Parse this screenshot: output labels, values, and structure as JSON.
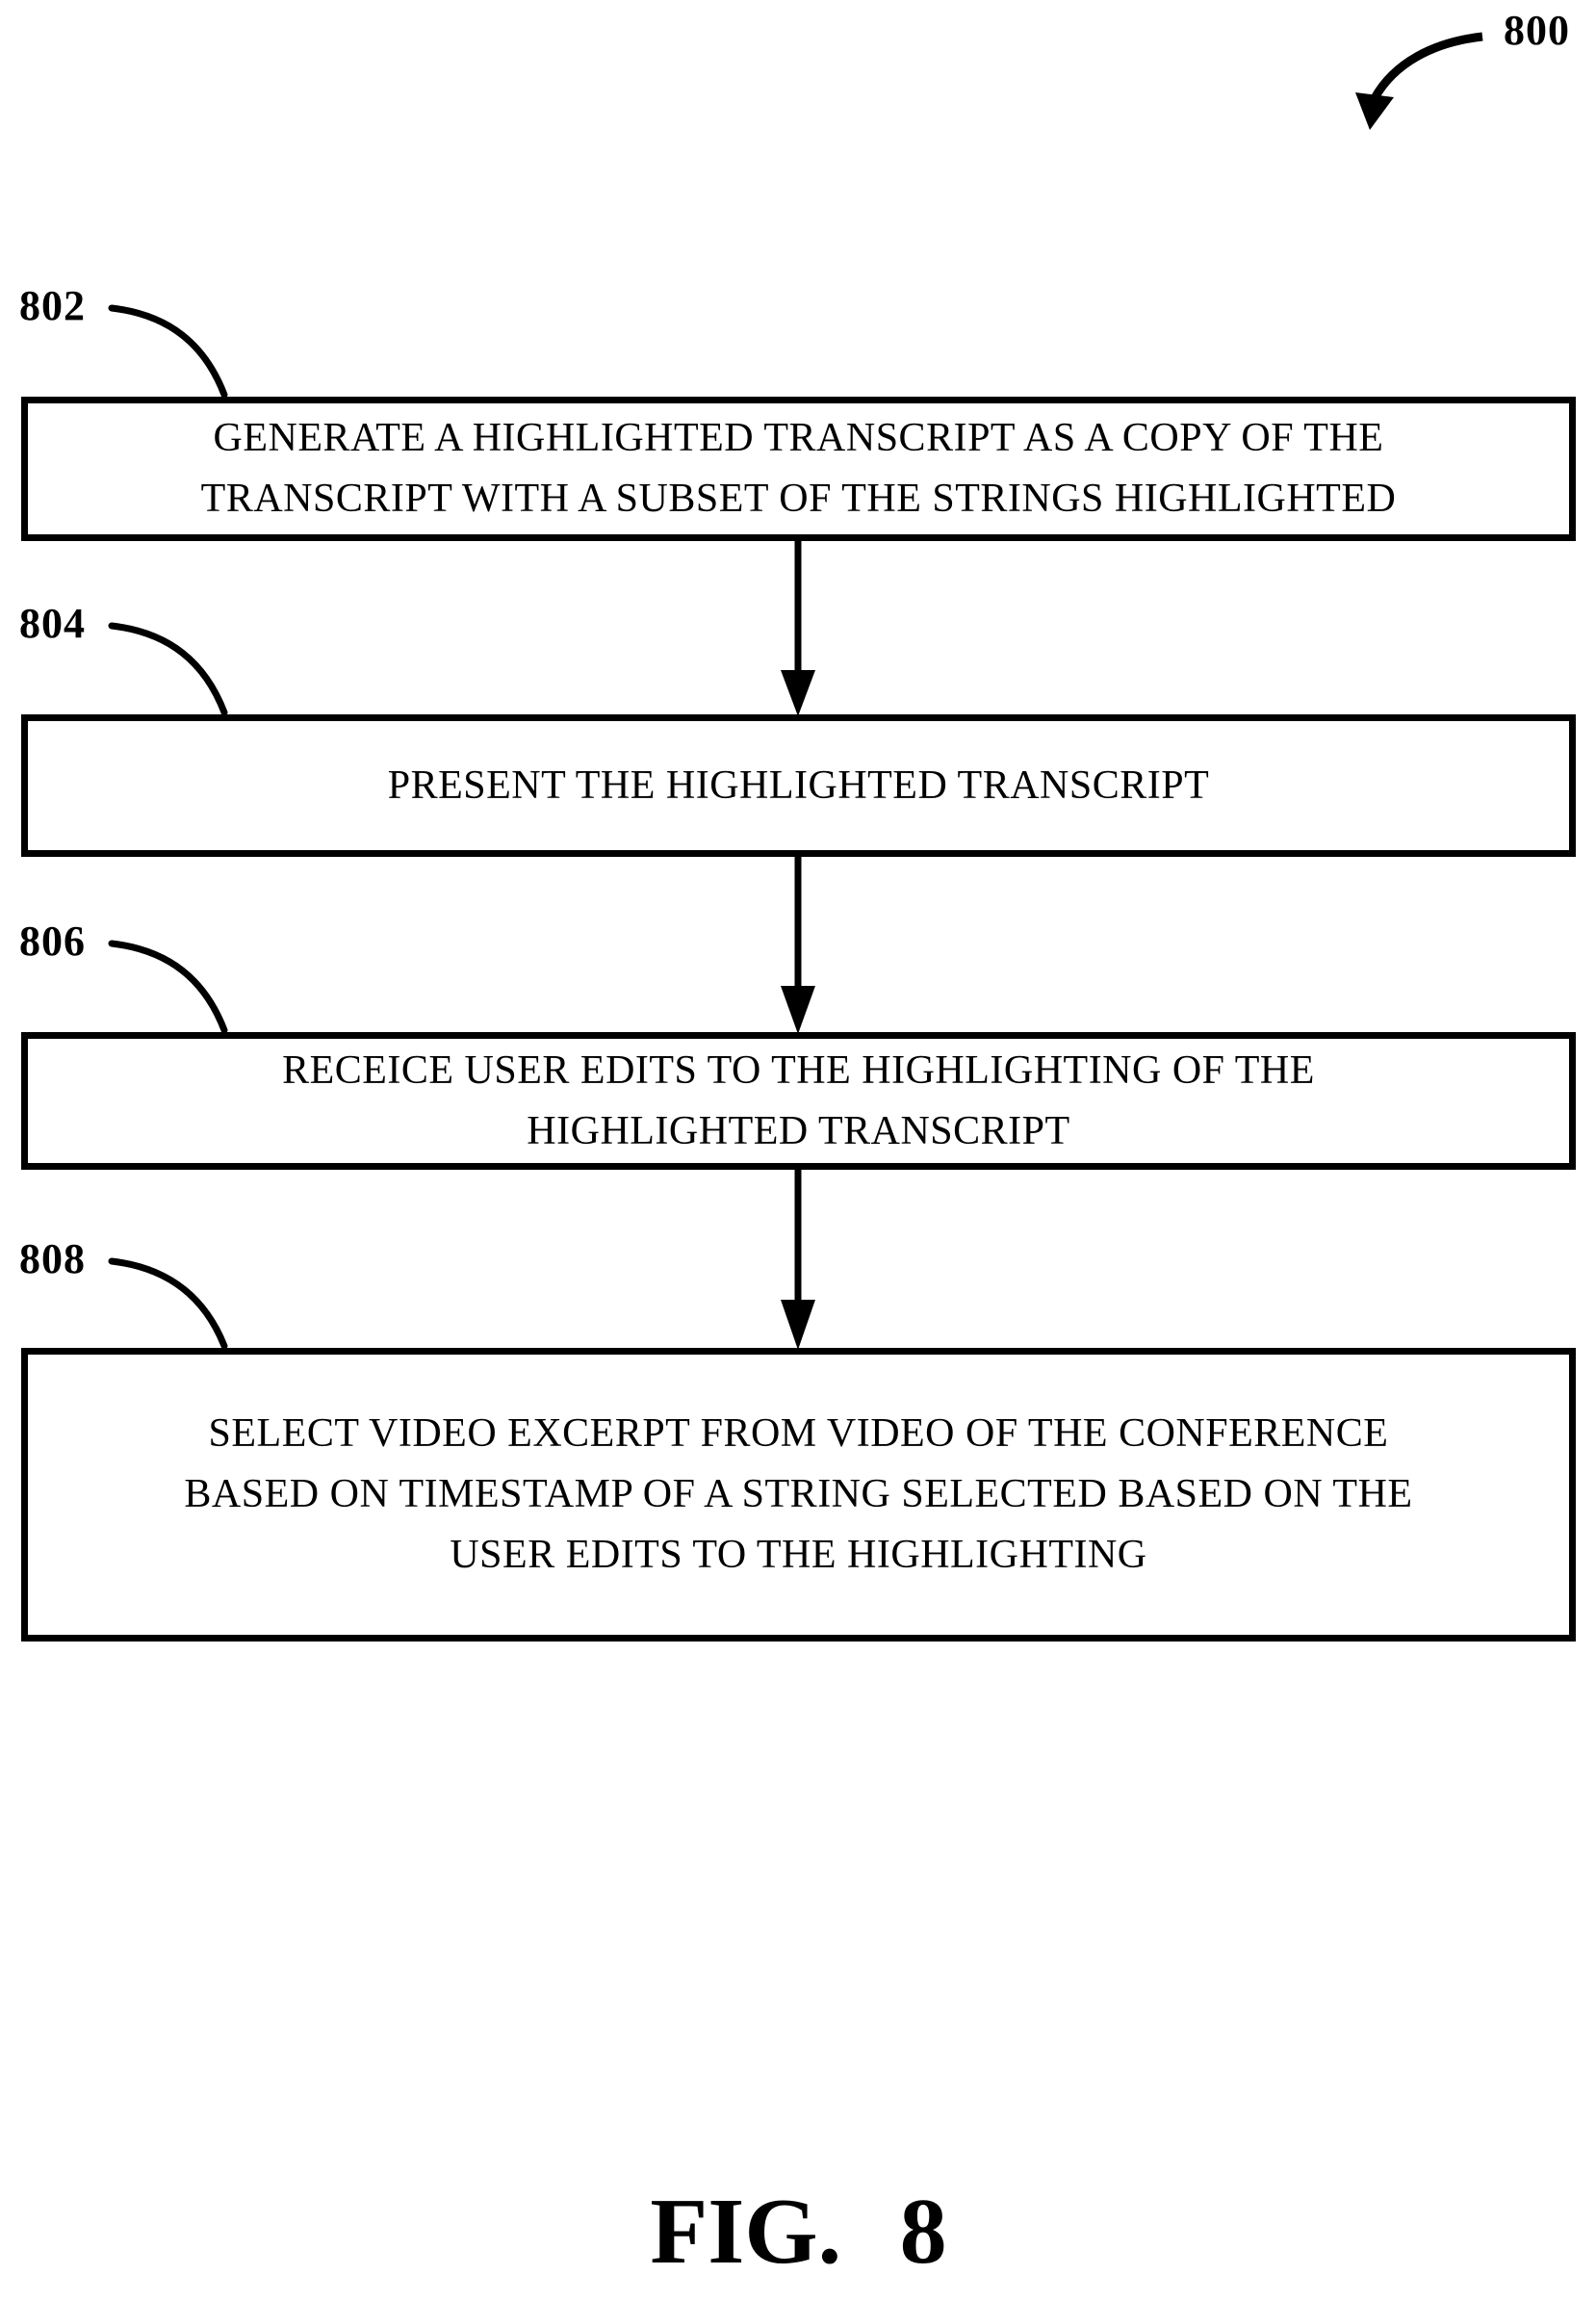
{
  "figure": {
    "ref_label": "800",
    "caption": "FIG. 8",
    "steps": [
      {
        "ref": "802",
        "text": "GENERATE A HIGHLIGHTED TRANSCRIPT AS A COPY OF THE\nTRANSCRIPT WITH A SUBSET OF THE STRINGS HIGHLIGHTED"
      },
      {
        "ref": "804",
        "text": "PRESENT THE HIGHLIGHTED TRANSCRIPT"
      },
      {
        "ref": "806",
        "text": "RECEICE USER EDITS TO THE HIGHLIGHTING OF THE\nHIGHLIGHTED TRANSCRIPT"
      },
      {
        "ref": "808",
        "text": "SELECT VIDEO EXCERPT FROM VIDEO OF THE CONFERENCE\nBASED ON TIMESTAMP OF A STRING SELECTED BASED ON THE\nUSER EDITS TO THE HIGHLIGHTING"
      }
    ],
    "colors": {
      "ink": "#000000",
      "background": "#ffffff"
    }
  }
}
